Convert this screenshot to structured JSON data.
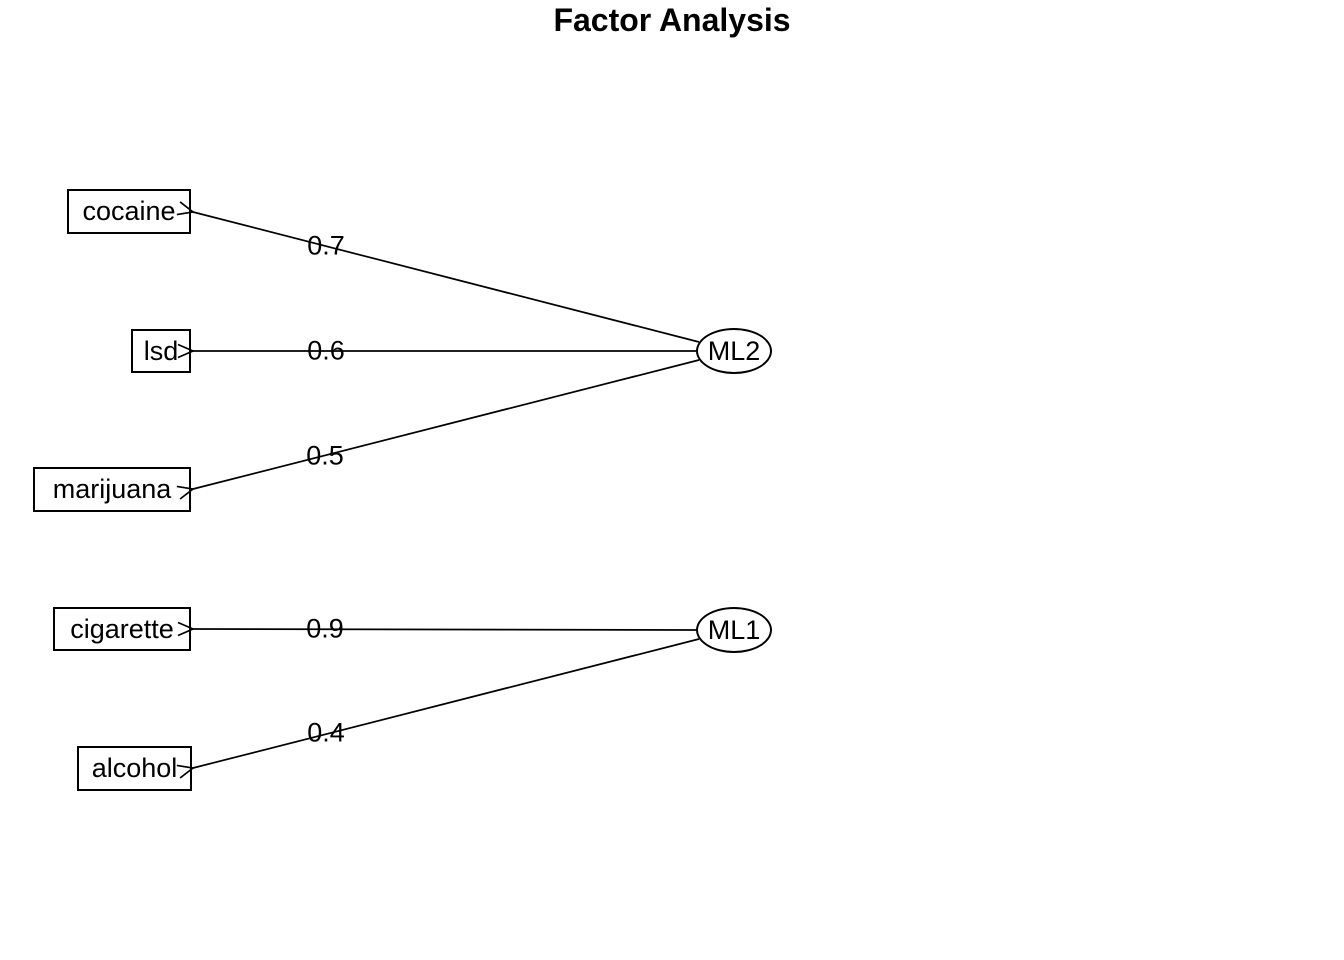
{
  "title": "Factor Analysis",
  "variables": [
    {
      "label": "cocaine"
    },
    {
      "label": "lsd"
    },
    {
      "label": "marijuana"
    },
    {
      "label": "cigarette"
    },
    {
      "label": "alcohol"
    }
  ],
  "factors": [
    {
      "label": "ML2"
    },
    {
      "label": "ML1"
    }
  ],
  "loadings": [
    {
      "factor": "ML2",
      "variable": "cocaine",
      "value": "0.7"
    },
    {
      "factor": "ML2",
      "variable": "lsd",
      "value": "0.6"
    },
    {
      "factor": "ML2",
      "variable": "marijuana",
      "value": "0.5"
    },
    {
      "factor": "ML1",
      "variable": "cigarette",
      "value": "0.9"
    },
    {
      "factor": "ML1",
      "variable": "alcohol",
      "value": "0.4"
    }
  ],
  "colors": {
    "stroke": "#000000",
    "background": "#ffffff"
  }
}
